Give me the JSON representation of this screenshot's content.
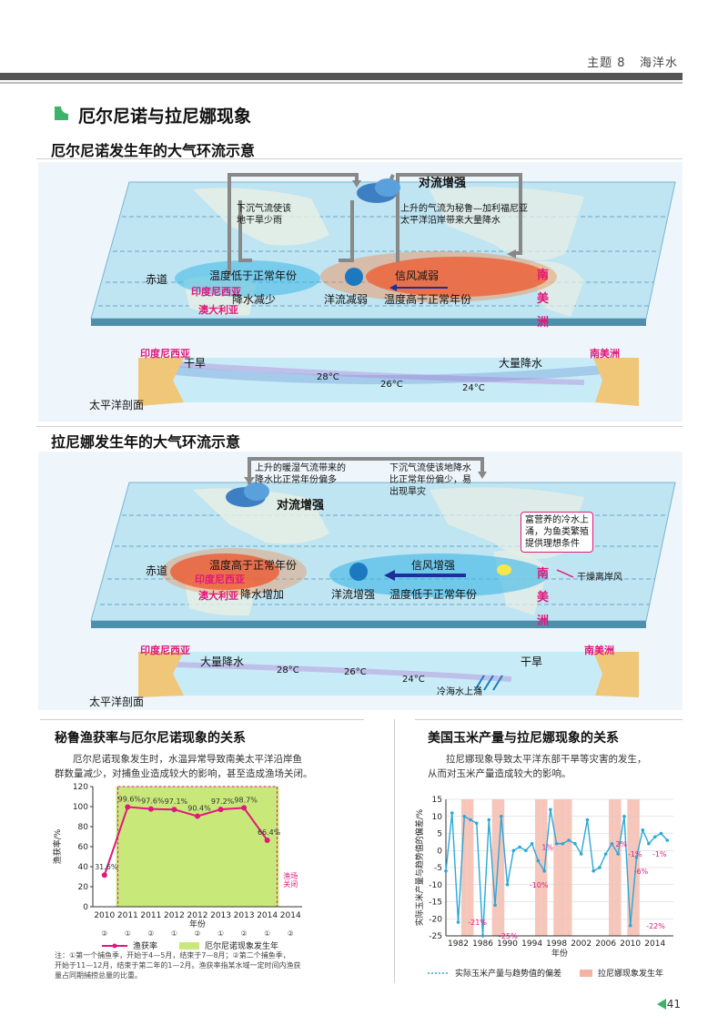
{
  "header": {
    "topic": "主题 8",
    "subject": "海洋水",
    "section_title": "厄尔尼诺与拉尼娜现象"
  },
  "elnino": {
    "title": "厄尔尼诺发生年的大气环流示意",
    "convection": "对流增强",
    "desc_left": [
      "下沉气流使该",
      "地干旱少雨"
    ],
    "desc_right": [
      "上升的气流为秘鲁—加利福尼亚",
      "太平洋沿岸带来大量降水"
    ],
    "equator": "赤道",
    "temp_low": "温度低于正常年份",
    "indonesia": "印度尼西亚",
    "rain_less": "降水减少",
    "australia": "澳大利亚",
    "current_weak": "洋流减弱",
    "wind_weak": "信风减弱",
    "temp_high": "温度高于正常年份",
    "south_america": [
      "南",
      "美",
      "洲"
    ],
    "section_left": "印度尼西亚",
    "section_right": "南美洲",
    "drought": "干旱",
    "heavy_rain": "大量降水",
    "t28": "28°C",
    "t26": "26°C",
    "t24": "24°C",
    "profile": "太平洋剖面"
  },
  "lanina": {
    "title": "拉尼娜发生年的大气环流示意",
    "desc_left": [
      "上升的暖湿气流带来的",
      "降水比正常年份偏多"
    ],
    "desc_right": [
      "下沉气流使该地降水",
      "比正常年份偏少，易",
      "出现旱灾"
    ],
    "convection": "对流增强",
    "nutrient": [
      "富营养的冷水上",
      "涌，为鱼类繁殖",
      "提供理想条件"
    ],
    "equator": "赤道",
    "temp_high": "温度高于正常年份",
    "indonesia": "印度尼西亚",
    "rain_more": "降水增加",
    "australia": "澳大利亚",
    "current_strong": "洋流增强",
    "wind_strong": "信风增强",
    "temp_low": "温度低于正常年份",
    "dry_wind": "干燥离岸风",
    "south_america": [
      "南",
      "美",
      "洲"
    ],
    "section_left": "印度尼西亚",
    "section_right": "南美洲",
    "heavy_rain": "大量降水",
    "drought": "干旱",
    "t28": "28°C",
    "t26": "26°C",
    "t24": "24°C",
    "upwelling": "冷海水上涌",
    "profile": "太平洋剖面"
  },
  "peru": {
    "title": "秘鲁渔获率与厄尔尼诺现象的关系",
    "desc": [
      "厄尔尼诺现象发生时，水温异常导致南美太平洋沿岸鱼",
      "群数量减少，对捕鱼业造成较大的影响，甚至造成渔场关闭。"
    ],
    "ylabel": "渔获率/%",
    "xlabel": "年份",
    "closed": [
      "渔场",
      "关闭"
    ],
    "legend_line": "渔获率",
    "legend_area": "厄尔尼诺现象发生年",
    "note": [
      "注：①第一个捕鱼季，开始于4—5月，结束于7—8月；②第二个捕鱼季，",
      "开始于11—12月，结束于第二年的1—2月。渔获率指某水域一定时间内渔获",
      "量占同期捕捞总量的比重。"
    ]
  },
  "corn": {
    "title": "美国玉米产量与拉尼娜现象的关系",
    "desc": [
      "拉尼娜现象导致太平洋东部干旱等灾害的发生，",
      "从而对玉米产量造成较大的影响。"
    ],
    "ylabel": "实际玉米产量与趋势值的偏差/%",
    "xlabel": "年份",
    "legend_line": "实际玉米产量与趋势值的偏差",
    "legend_area": "拉尼娜现象发生年"
  },
  "page_number": "41",
  "chart_data": [
    {
      "type": "line",
      "title": "秘鲁渔获率与厄尔尼诺现象的关系",
      "xlabel": "年份",
      "ylabel": "渔获率/%",
      "x_ticks": [
        "2010",
        "2011",
        "2011",
        "2012",
        "2012",
        "2013",
        "2013",
        "2014",
        "2014"
      ],
      "x_season": [
        "②",
        "①",
        "②",
        "①",
        "②",
        "①",
        "②",
        "①",
        "②"
      ],
      "ylim": [
        0,
        120
      ],
      "y_ticks": [
        0,
        20,
        40,
        60,
        80,
        100,
        120
      ],
      "series": [
        {
          "name": "渔获率",
          "values": [
            31.6,
            99.6,
            97.6,
            97.1,
            90.4,
            97.2,
            98.7,
            66.4,
            null
          ]
        }
      ],
      "labels": [
        "31.6%",
        "99.6%",
        "97.6%",
        "97.1%",
        "90.4%",
        "97.2%",
        "98.7%",
        "66.4%"
      ],
      "highlight_range": [
        1,
        7
      ],
      "highlight_name": "厄尔尼诺现象发生年",
      "closed_index": 7,
      "color": "#e0187a",
      "grid": false
    },
    {
      "type": "line",
      "title": "美国玉米产量与拉尼娜现象的关系",
      "xlabel": "年份",
      "ylabel": "实际玉米产量与趋势值的偏差/%",
      "xlim": [
        1980,
        2017
      ],
      "x_ticks": [
        1982,
        1986,
        1990,
        1994,
        1998,
        2002,
        2006,
        2010,
        2014
      ],
      "ylim": [
        -25,
        15
      ],
      "y_ticks": [
        15,
        10,
        5,
        0,
        -5,
        -10,
        -15,
        -20,
        -25
      ],
      "x": [
        1980,
        1981,
        1982,
        1983,
        1984,
        1985,
        1986,
        1987,
        1988,
        1989,
        1990,
        1991,
        1992,
        1993,
        1994,
        1995,
        1996,
        1997,
        1998,
        1999,
        2000,
        2001,
        2002,
        2003,
        2004,
        2005,
        2006,
        2007,
        2008,
        2009,
        2010,
        2011,
        2012,
        2013,
        2014,
        2015,
        2016
      ],
      "series": [
        {
          "name": "实际玉米产量与趋势值的偏差",
          "values": [
            -6,
            11,
            -21,
            10,
            9,
            8,
            -25,
            9,
            -16,
            10,
            -10,
            0,
            1,
            0,
            2,
            -3,
            -6,
            12,
            2,
            2,
            3,
            2,
            -1,
            9,
            -6,
            -5,
            -1,
            2,
            -1,
            10,
            -22,
            -2,
            6,
            2,
            4,
            5,
            3
          ]
        }
      ],
      "annotations": [
        {
          "x": 1983,
          "y": -21,
          "text": "-21%"
        },
        {
          "x": 1988,
          "y": -25,
          "text": "-25%"
        },
        {
          "x": 1993,
          "y": -10,
          "text": "-10%"
        },
        {
          "x": 1995,
          "y": 1,
          "text": "1%"
        },
        {
          "x": 2007,
          "y": 2,
          "text": "2%"
        },
        {
          "x": 2009,
          "y": -1,
          "text": "-1%"
        },
        {
          "x": 2010,
          "y": -6,
          "text": "-6%"
        },
        {
          "x": 2013,
          "y": -1,
          "text": "-1%"
        },
        {
          "x": 2012,
          "y": -22,
          "text": "-22%"
        }
      ],
      "highlight_years": [
        1983,
        1984,
        1988,
        1989,
        1995,
        1996,
        1998,
        1999,
        2000,
        2007,
        2008,
        2010,
        2011
      ],
      "highlight_name": "拉尼娜现象发生年",
      "color": "#2aa8d8",
      "highlight_color": "#f4b3a3",
      "grid": true
    }
  ]
}
